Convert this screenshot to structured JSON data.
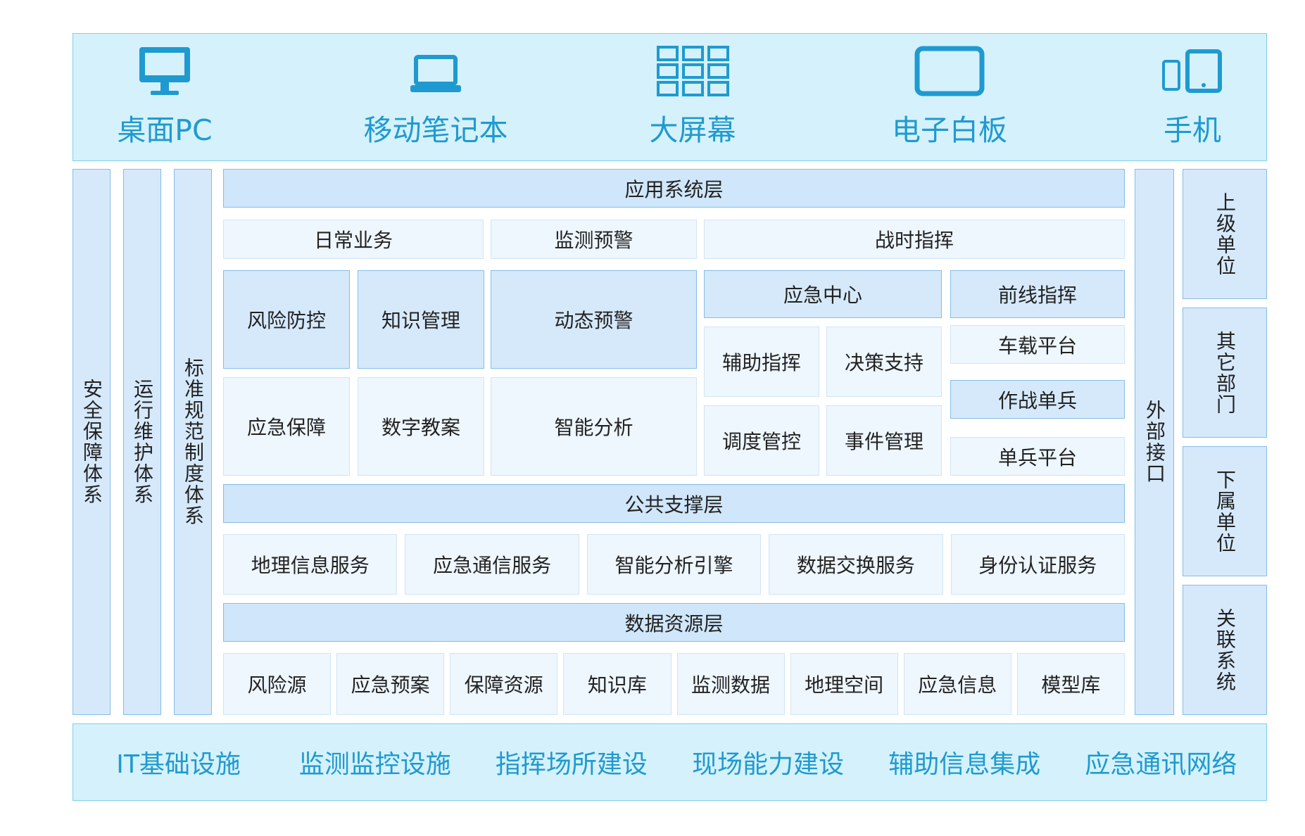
{
  "devices": {
    "pc": "桌面PC",
    "laptop": "移动笔记本",
    "big_screen": "大屏幕",
    "whiteboard": "电子白板",
    "phone": "手机"
  },
  "left_pillars": [
    "安全保障体系",
    "运行维护体系",
    "标准规范制度体系"
  ],
  "app_layer": {
    "title": "应用系统层",
    "daily": "日常业务",
    "monitor": "监测预警",
    "wartime": "战时指挥",
    "risk": "风险防控",
    "knowledge": "知识管理",
    "dynamic": "动态预警",
    "guarantee": "应急保障",
    "digital_plan": "数字教案",
    "smart_analysis": "智能分析",
    "emergency_center": "应急中心",
    "aux_command": "辅助指挥",
    "decision": "决策支持",
    "dispatch": "调度管控",
    "event_mgmt": "事件管理",
    "frontline": "前线指挥",
    "vehicle": "车载平台",
    "soldier": "作战单兵",
    "soldier_platform": "单兵平台"
  },
  "support_layer": {
    "title": "公共支撑层",
    "items": [
      "地理信息服务",
      "应急通信服务",
      "智能分析引擎",
      "数据交换服务",
      "身份认证服务"
    ]
  },
  "data_layer": {
    "title": "数据资源层",
    "items": [
      "风险源",
      "应急预案",
      "保障资源",
      "知识库",
      "监测数据",
      "地理空间",
      "应急信息",
      "模型库"
    ]
  },
  "external_interface": "外部接口",
  "external_units": [
    "上级单位",
    "其它部门",
    "下属单位",
    "关联系统"
  ],
  "infrastructure": [
    "IT基础设施",
    "监测监控设施",
    "指挥场所建设",
    "现场能力建设",
    "辅助信息集成",
    "应急通讯网络"
  ],
  "colors": {
    "accent": "#1f9ad0",
    "band_fill": "#d5f1fb",
    "header_fill": "#d0e6fa",
    "light_fill": "#eef6fe"
  }
}
